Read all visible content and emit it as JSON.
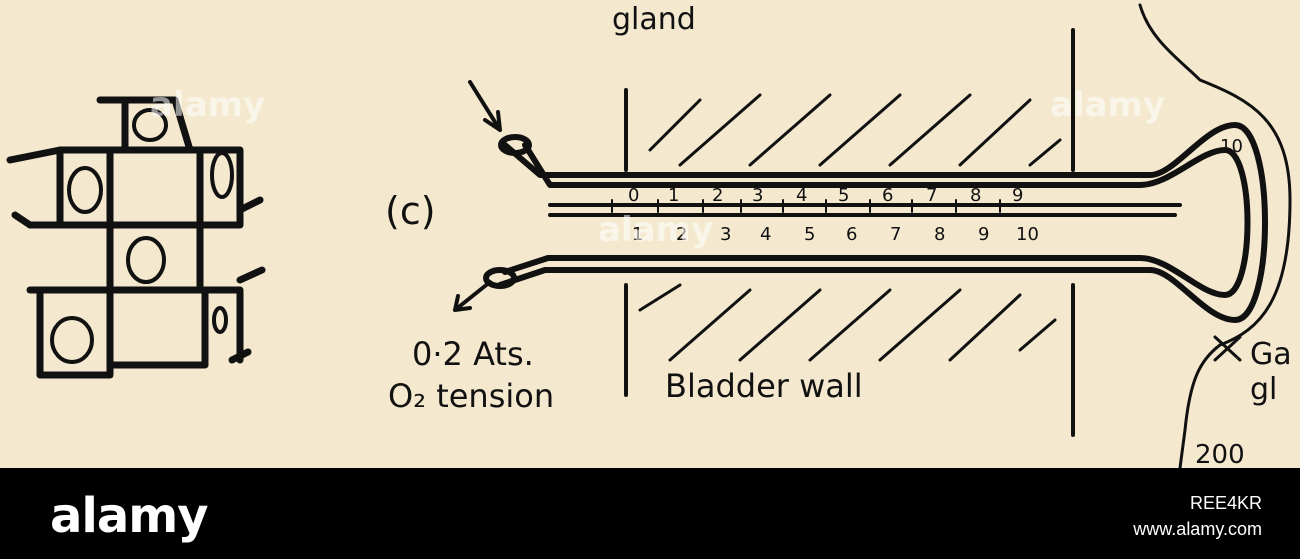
{
  "figure": {
    "panel_label": "(c)",
    "top_label": "gland",
    "tension_label_line1": "0·2 Ats.",
    "tension_label_line2": "O₂ tension",
    "bladder_wall_label": "Bladder wall",
    "gas_gland_label_line1": "Ga",
    "gas_gland_label_line2": "gl",
    "scale_label": "200",
    "upper_numbers": [
      "0",
      "1",
      "2",
      "3",
      "4",
      "5",
      "6",
      "7",
      "8",
      "9",
      "10"
    ],
    "lower_numbers": [
      "1",
      "2",
      "3",
      "4",
      "5",
      "6",
      "7",
      "8",
      "9",
      "10"
    ]
  },
  "watermarks": [
    "alamy",
    "alamy",
    "alamy"
  ],
  "footer": {
    "logo": "alamy",
    "image_id": "REE4KR",
    "site": "www.alamy.com"
  },
  "colors": {
    "paper": "#f4e9cf",
    "ink": "#111111",
    "banner": "#000000",
    "banner_text": "#ffffff"
  }
}
